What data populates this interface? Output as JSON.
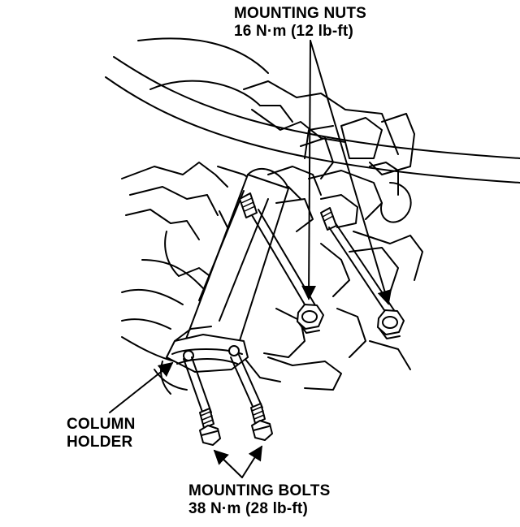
{
  "labels": {
    "mounting_nuts": {
      "name": "MOUNTING NUTS",
      "torque": "16 N·m (12 lb-ft)"
    },
    "column_holder": {
      "line1": "COLUMN",
      "line2": "HOLDER"
    },
    "mounting_bolts": {
      "name": "MOUNTING BOLTS",
      "torque": "38 N·m (28 lb-ft)"
    }
  },
  "colors": {
    "ink": "#000000",
    "paper": "#ffffff"
  }
}
